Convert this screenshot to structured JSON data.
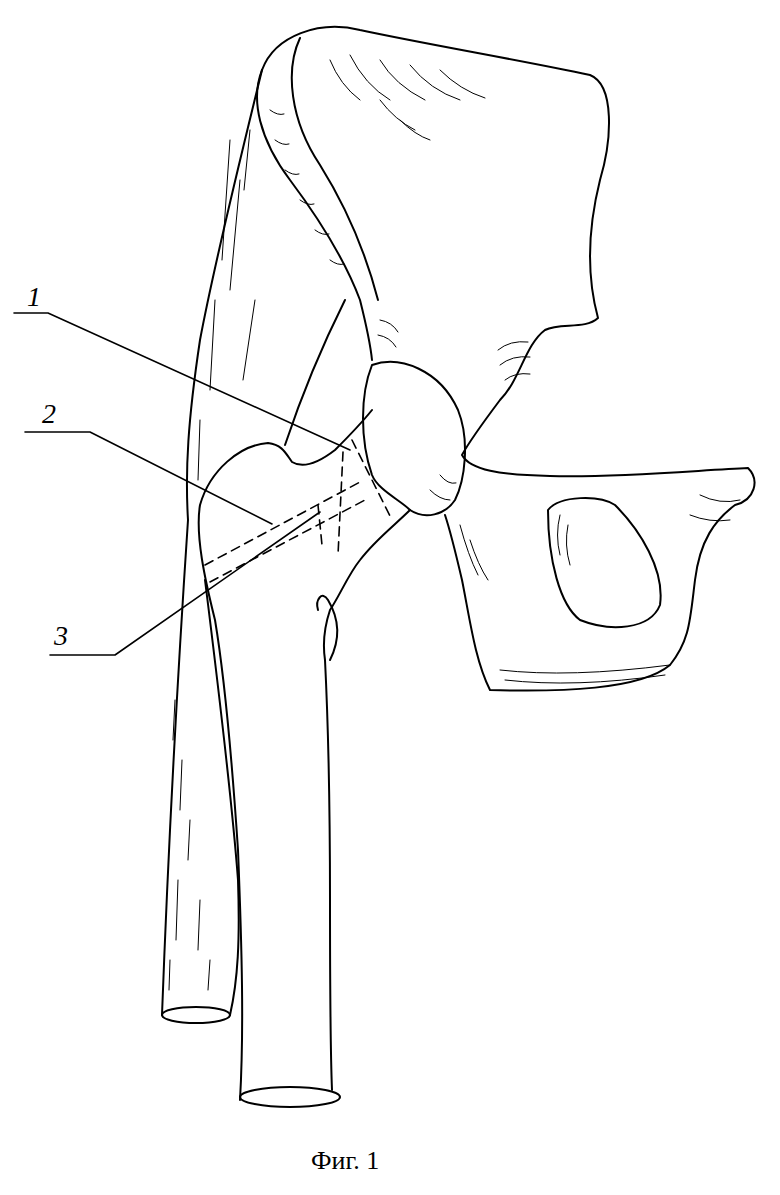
{
  "diagram": {
    "caption": "Фиг. 1",
    "labels": [
      "1",
      "2",
      "3"
    ]
  }
}
